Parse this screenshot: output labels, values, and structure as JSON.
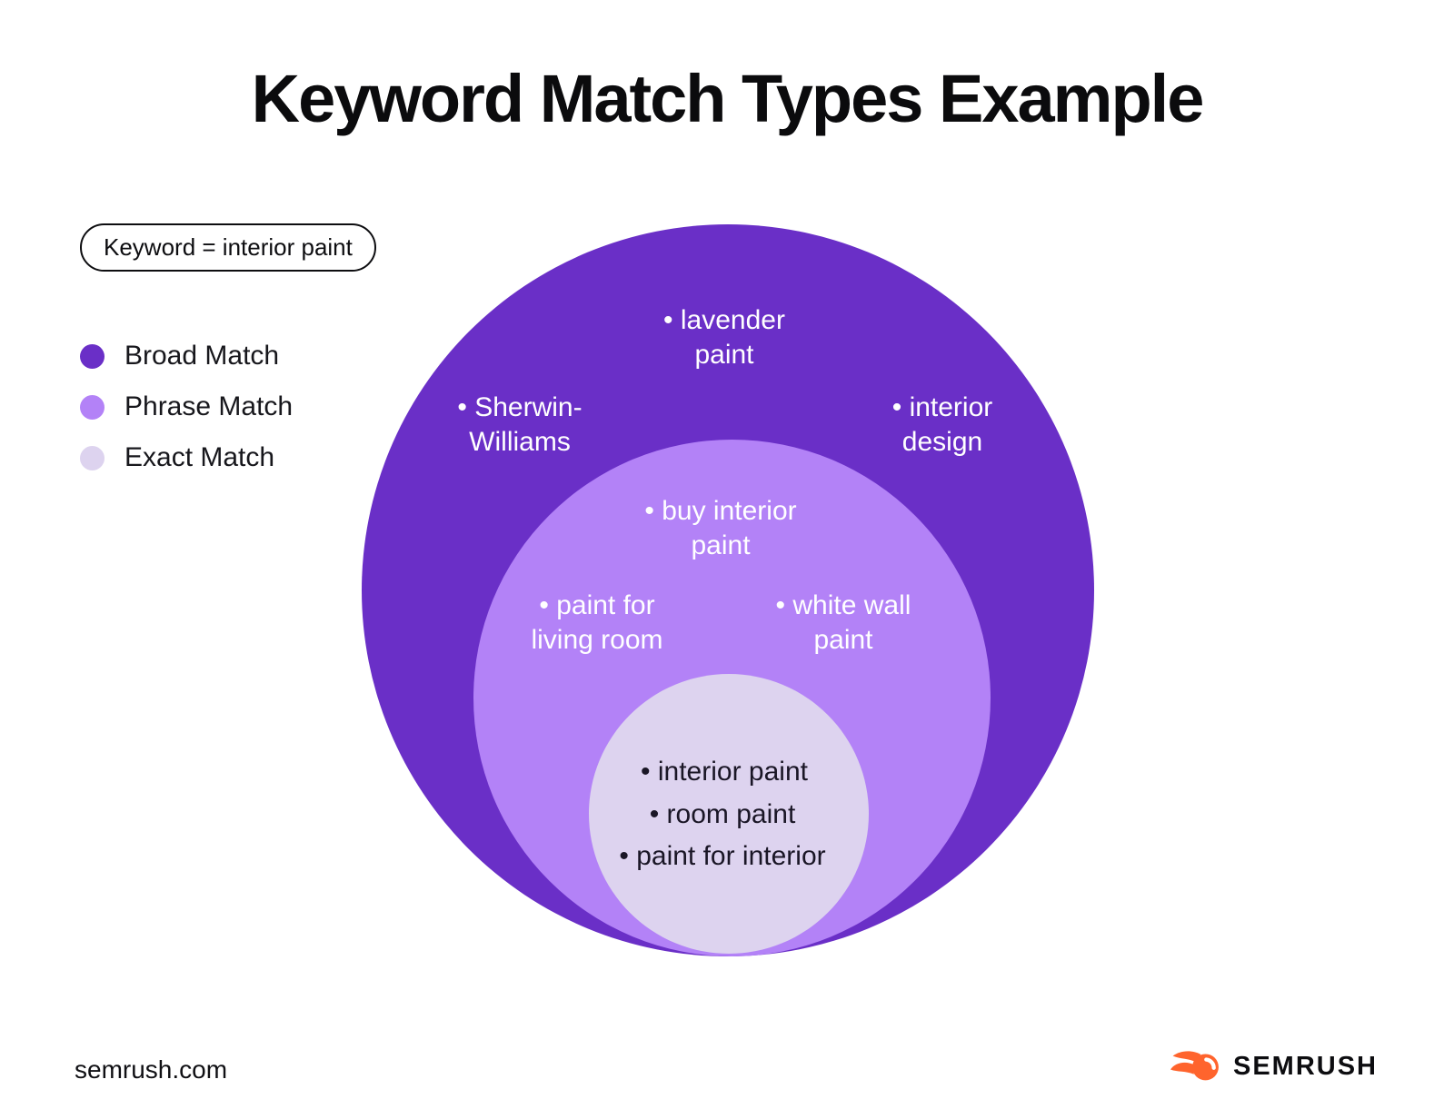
{
  "title": "Keyword Match Types Example",
  "keyword_badge": "Keyword = interior paint",
  "legend": [
    {
      "label": "Broad Match",
      "color": "#6A2FC7"
    },
    {
      "label": "Phrase Match",
      "color": "#B382F7"
    },
    {
      "label": "Exact Match",
      "color": "#DDD3EF"
    }
  ],
  "diagram": {
    "broad_circle_color": "#6A2FC7",
    "phrase_circle_color": "#B382F7",
    "exact_circle_color": "#DDD3EF",
    "bubbles": {
      "lavender": [
        "• lavender",
        "paint"
      ],
      "sherwin": [
        "• Sherwin-",
        "Williams"
      ],
      "interior_design": [
        "• interior",
        "design"
      ],
      "buy_interior": [
        "• buy interior",
        "paint"
      ],
      "paint_living": [
        "• paint for",
        "living room"
      ],
      "white_wall": [
        "• white wall",
        "paint"
      ],
      "exact_items": [
        "• interior paint",
        "• room paint",
        "• paint for interior"
      ]
    },
    "match_types": [
      {
        "name": "Broad Match",
        "keywords": [
          "lavender paint",
          "Sherwin-Williams",
          "interior design"
        ]
      },
      {
        "name": "Phrase Match",
        "keywords": [
          "buy interior paint",
          "paint for living room",
          "white wall paint"
        ]
      },
      {
        "name": "Exact Match",
        "keywords": [
          "interior paint",
          "room paint",
          "paint for interior"
        ]
      }
    ]
  },
  "footer": {
    "site": "semrush.com",
    "brand": "SEMRUSH",
    "brand_color": "#FF642D"
  }
}
